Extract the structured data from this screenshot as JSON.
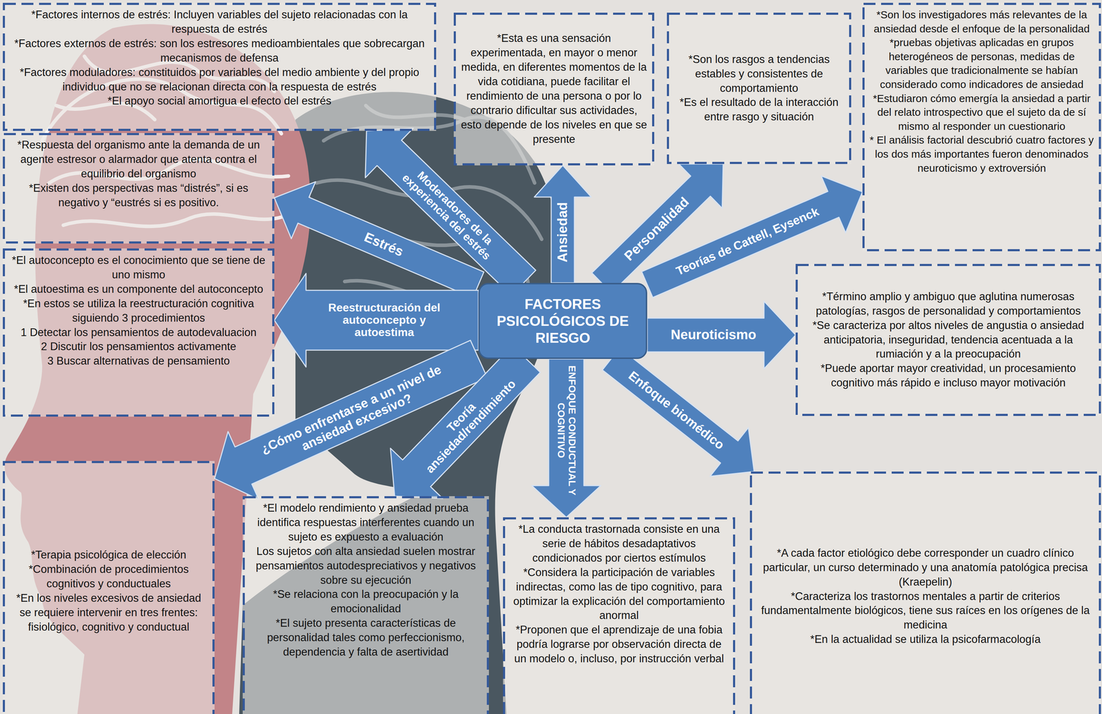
{
  "diagram": {
    "nodes": [
      {
        "text": [
          "*Factores internos de estrés: Incluyen variables del sujeto relacionadas con la respuesta de estrés",
          "*Factores externos de estrés: son los estresores medioambientales que sobrecargan mecanismos de defensa",
          "*Factores moduladores: constituidos por variables del medio ambiente y del propio individuo que no se relacionan directa con la respuesta de estrés",
          "*El apoyo social amortigua el efecto del estrés"
        ]
      },
      {
        "text": [
          "*Esta es una sensación experimentada, en mayor o menor medida, en diferentes momentos de la vida cotidiana, puede facilitar el rendimiento de una persona o por lo contrario dificultar sus actividades, esto depende de los niveles en que se presente"
        ]
      },
      {
        "text": [
          "*Son los rasgos a tendencias estables y consistentes de comportamiento",
          "*Es el resultado de la interacción entre rasgo y situación"
        ]
      },
      {
        "text": [
          "*Son los investigadores más relevantes de la ansiedad desde el enfoque de la personalidad",
          "*pruebas objetivas aplicadas en grupos heterogéneos de personas, medidas de variables que tradicionalmente se habían considerado como indicadores de ansiedad",
          "*Estudiaron cómo emergía la ansiedad a partir del relato introspectivo que el sujeto da de sí mismo al responder un cuestionario",
          "* El análisis factorial descubrió cuatro factores y los dos más importantes fueron denominados neuroticismo y extroversión"
        ]
      },
      {
        "text": [
          "*Respuesta del organismo ante la demanda de un agente estresor o alarmador que atenta contra el equilibrio del organismo",
          "*Existen dos perspectivas mas “distrés”, si es negativo y “eustrés si es positivo."
        ]
      },
      {
        "text": [
          "*El autoconcepto es el conocimiento que se tiene de uno mismo",
          "*El autoestima es un componente del autoconcepto",
          "*En estos se utiliza la reestructuración cognitiva siguiendo 3 procedimientos",
          "1 Detectar los pensamientos de autodevaluacion",
          "2 Discutir los pensamientos activamente",
          "3 Buscar alternativas de pensamiento"
        ]
      },
      {
        "text": [
          "FACTORES PSICOLÓGICOS DE RIESGO"
        ]
      },
      {
        "text": [
          "*Término amplio y ambiguo que aglutina numerosas patologías, rasgos de personalidad y comportamientos",
          "*Se caracteriza por altos niveles de angustia o ansiedad anticipatoria, inseguridad, tendencia acentuada a la rumiación y a la preocupación",
          "*Puede aportar mayor creatividad, un procesamiento cognitivo más rápido e incluso mayor motivación"
        ]
      },
      {
        "text": [
          "*Terapia psicológica de elección",
          "*Combinación de procedimientos cognitivos y conductuales",
          "*En los niveles excesivos de ansiedad se requiere intervenir en tres frentes: fisiológico, cognitivo y conductual"
        ]
      },
      {
        "text": [
          "*El modelo rendimiento y ansiedad prueba identifica respuestas interferentes cuando un sujeto es expuesto a evaluación",
          "Los sujetos con alta ansiedad suelen mostrar pensamientos autodespreciativos y negativos sobre su ejecución",
          "*Se relaciona con la preocupación y la emocionalidad",
          "*El sujeto presenta características de personalidad tales como perfeccionismo, dependencia y falta de asertividad"
        ]
      },
      {
        "text": [
          "*La conducta trastornada consiste en una serie de hábitos desadaptativos condicionados por ciertos estímulos",
          "*Considera la participación de variables indirectas, como las de tipo cognitivo, para optimizar la explicación del comportamiento anormal",
          "*Proponen que el aprendizaje de una fobia podría lograrse por observación directa de un modelo o, incluso, por instrucción verbal"
        ]
      },
      {
        "text": [
          "*A cada factor etiológico debe corresponder un cuadro clínico particular, un curso determinado y una anatomía patológica precisa (Kraepelin)",
          "*Caracteriza los trastornos mentales a partir de criterios fundamentalmente biológicos, tiene sus raíces en los orígenes de la medicina",
          "*En la actualidad se utiliza la psicofarmacología"
        ]
      }
    ],
    "edges": [
      {
        "from": 6,
        "to": 0,
        "label": "Moderadores de la experiencia del estrés",
        "arrow": "to"
      },
      {
        "from": 6,
        "to": 4,
        "label": "Estrés",
        "arrow": "to"
      },
      {
        "from": 6,
        "to": 1,
        "label": "Ansiedad",
        "arrow": "to"
      },
      {
        "from": 6,
        "to": 2,
        "label": "Personalidad",
        "arrow": "to"
      },
      {
        "from": 6,
        "to": 3,
        "label": "Teorías de Cattell, Eysenck",
        "arrow": "to"
      },
      {
        "from": 6,
        "to": 5,
        "label": "Reestructuración del autoconcepto y autoestima",
        "arrow": "to"
      },
      {
        "from": 6,
        "to": 7,
        "label": "Neuroticismo",
        "arrow": "to"
      },
      {
        "from": 6,
        "to": 8,
        "label": "¿Cómo enfrentarse a un nivel de ansiedad excesivo?",
        "arrow": "to"
      },
      {
        "from": 6,
        "to": 9,
        "label": "Teoría ansiedad/rendimiento",
        "arrow": "to"
      },
      {
        "from": 6,
        "to": 10,
        "label": "ENFOQUE CONDUCTUAL Y COGNITIVO",
        "arrow": "to"
      },
      {
        "from": 6,
        "to": 11,
        "label": "Enfoque biomédico",
        "arrow": "to"
      }
    ]
  }
}
